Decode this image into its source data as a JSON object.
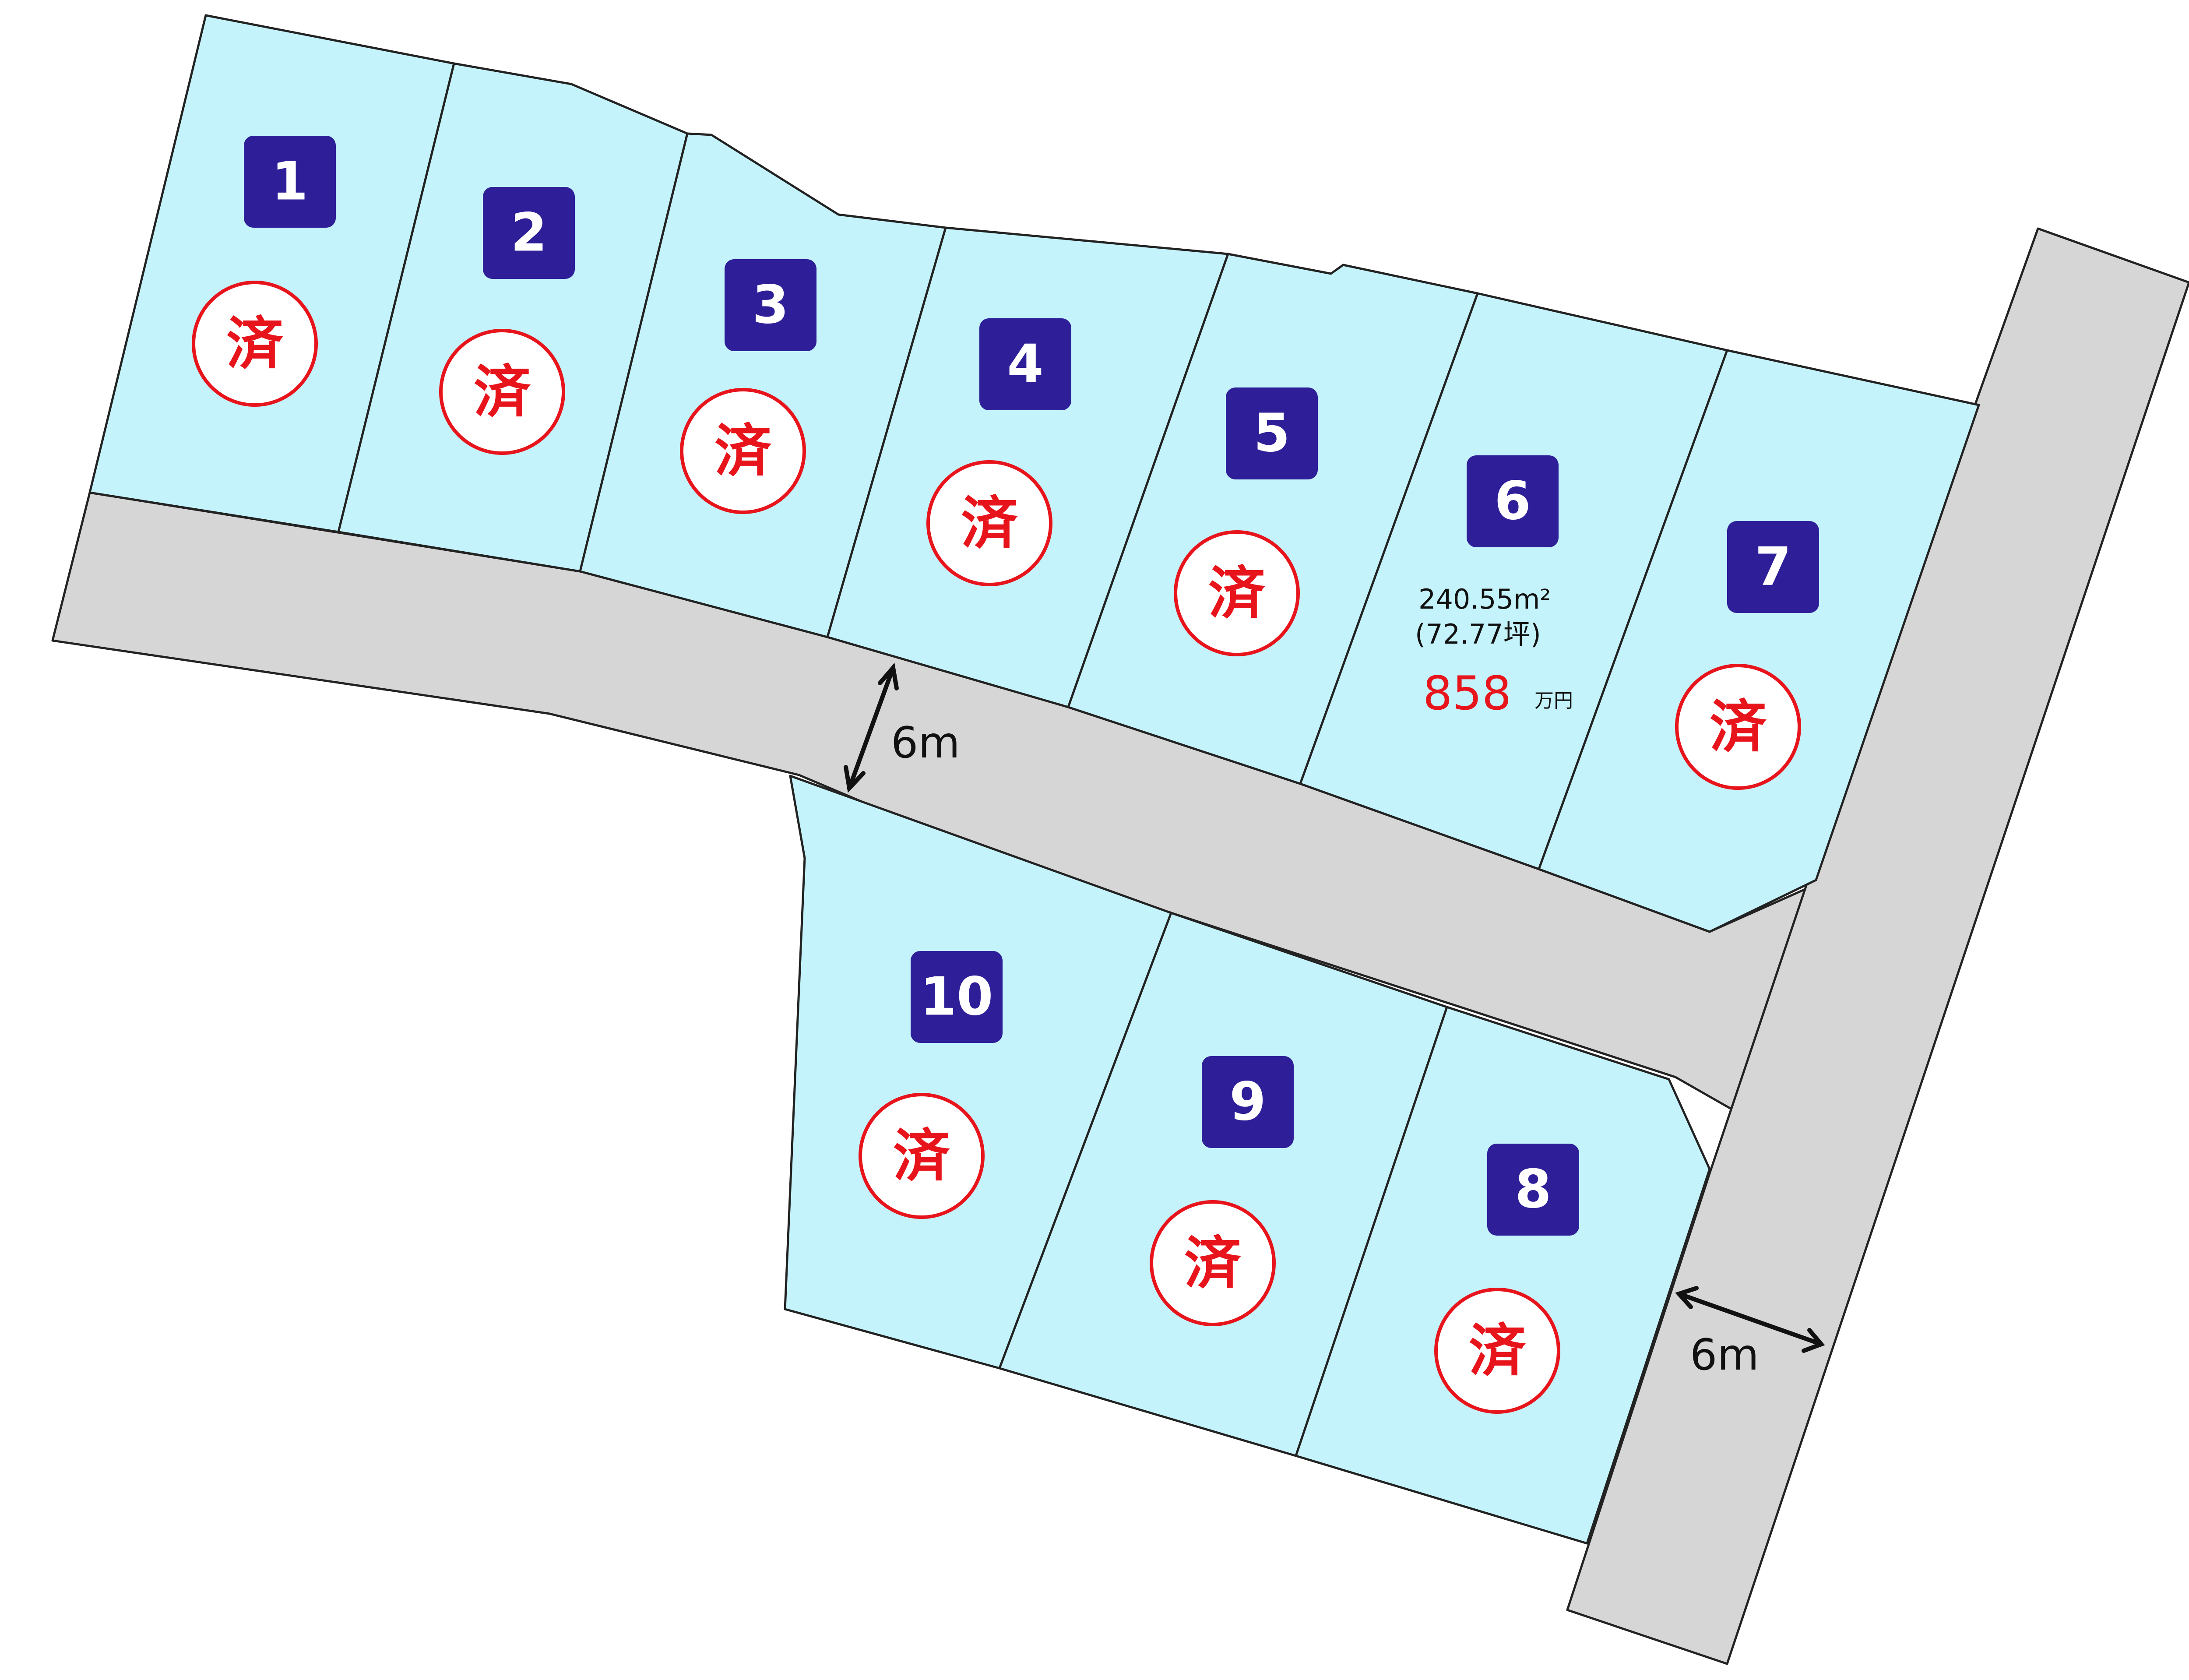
{
  "lots": [
    {
      "number": "1",
      "status": "済"
    },
    {
      "number": "2",
      "status": "済"
    },
    {
      "number": "3",
      "status": "済"
    },
    {
      "number": "4",
      "status": "済"
    },
    {
      "number": "5",
      "status": "済"
    },
    {
      "number": "6",
      "status": "",
      "area": "240.55m²",
      "area_tsubo": "(72.77坪)",
      "price": "858",
      "price_unit": "万円"
    },
    {
      "number": "7",
      "status": "済"
    },
    {
      "number": "8",
      "status": "済"
    },
    {
      "number": "9",
      "status": "済"
    },
    {
      "number": "10",
      "status": "済"
    }
  ],
  "roads": [
    {
      "width_label": "6m"
    },
    {
      "width_label": "6m"
    }
  ],
  "colors": {
    "lot_fill": "#c5f3fb",
    "road_fill": "#d6d6d6",
    "badge": "#2e1f99",
    "sold_mark": "#e8141c",
    "price": "#e8141c"
  }
}
